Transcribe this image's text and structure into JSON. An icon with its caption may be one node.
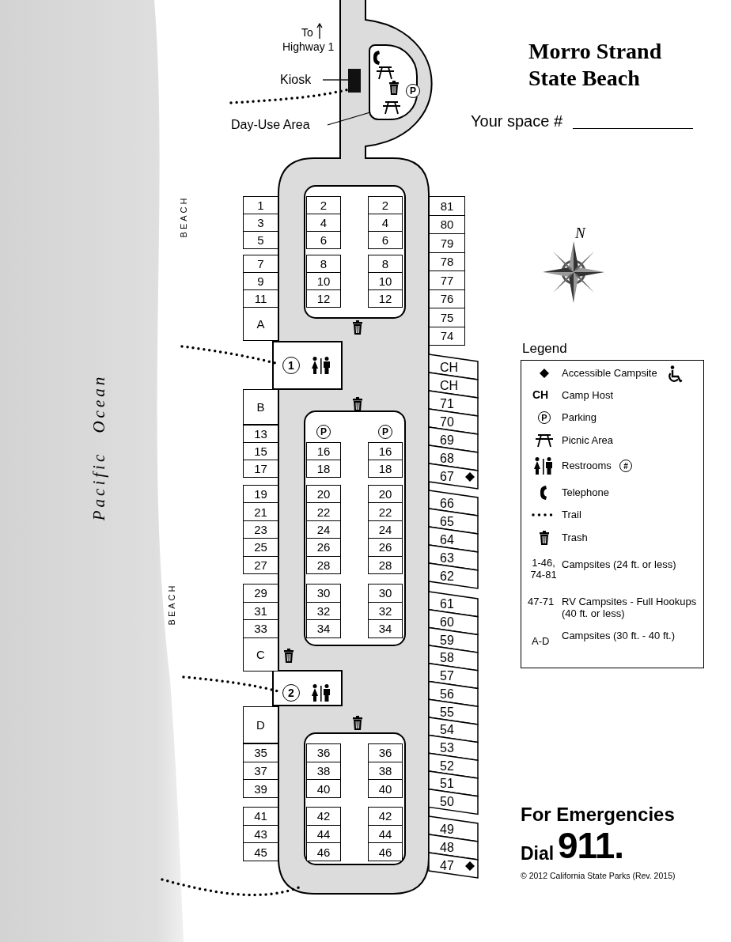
{
  "diagram": {
    "title": "Morro Strand State Beach",
    "nodes": [
      {
        "text": [
          "Kiosk"
        ]
      },
      {
        "text": [],
        "shape": "box"
      },
      {
        "text": [
          "Day-Use Area"
        ]
      },
      {
        "text": [],
        "shape": "box"
      },
      {
        "text": [
          "1"
        ]
      },
      {
        "text": [
          "3"
        ]
      },
      {
        "text": [
          "5"
        ]
      },
      {
        "text": [
          "7"
        ]
      },
      {
        "text": [
          "9"
        ]
      },
      {
        "text": [
          "11"
        ]
      },
      {
        "text": [
          "A"
        ]
      },
      {
        "text": [
          "B"
        ]
      },
      {
        "text": [
          "13"
        ]
      },
      {
        "text": [
          "15"
        ]
      },
      {
        "text": [
          "17"
        ]
      },
      {
        "text": [
          "19"
        ]
      },
      {
        "text": [
          "21"
        ]
      },
      {
        "text": [
          "23"
        ]
      },
      {
        "text": [
          "25"
        ]
      },
      {
        "text": [
          "27"
        ]
      },
      {
        "text": [
          "29"
        ]
      },
      {
        "text": [
          "31"
        ]
      },
      {
        "text": [
          "33"
        ]
      },
      {
        "text": [
          "C"
        ]
      },
      {
        "text": [
          "D"
        ]
      },
      {
        "text": [
          "35"
        ]
      },
      {
        "text": [
          "37"
        ]
      },
      {
        "text": [
          "39"
        ]
      },
      {
        "text": [
          "41"
        ]
      },
      {
        "text": [
          "43"
        ]
      },
      {
        "text": [
          "45"
        ]
      },
      {
        "text": [
          "2"
        ]
      },
      {
        "text": [
          "4"
        ]
      },
      {
        "text": [
          "6"
        ]
      },
      {
        "text": [
          "8"
        ]
      },
      {
        "text": [
          "10"
        ]
      },
      {
        "text": [
          "12"
        ]
      },
      {
        "text": [
          "16"
        ]
      },
      {
        "text": [
          "18"
        ]
      },
      {
        "text": [
          "20"
        ]
      },
      {
        "text": [
          "22"
        ]
      },
      {
        "text": [
          "24"
        ]
      },
      {
        "text": [
          "26"
        ]
      },
      {
        "text": [
          "28"
        ]
      },
      {
        "text": [
          "30"
        ]
      },
      {
        "text": [
          "32"
        ]
      },
      {
        "text": [
          "34"
        ]
      },
      {
        "text": [
          "36"
        ]
      },
      {
        "text": [
          "38"
        ]
      },
      {
        "text": [
          "40"
        ]
      },
      {
        "text": [
          "42"
        ]
      },
      {
        "text": [
          "44"
        ]
      },
      {
        "text": [
          "46"
        ]
      },
      {
        "text": [
          "2"
        ]
      },
      {
        "text": [
          "4"
        ]
      },
      {
        "text": [
          "6"
        ]
      },
      {
        "text": [
          "8"
        ]
      },
      {
        "text": [
          "10"
        ]
      },
      {
        "text": [
          "12"
        ]
      },
      {
        "text": [
          "16"
        ]
      },
      {
        "text": [
          "18"
        ]
      },
      {
        "text": [
          "20"
        ]
      },
      {
        "text": [
          "22"
        ]
      },
      {
        "text": [
          "24"
        ]
      },
      {
        "text": [
          "26"
        ]
      },
      {
        "text": [
          "28"
        ]
      },
      {
        "text": [
          "30"
        ]
      },
      {
        "text": [
          "32"
        ]
      },
      {
        "text": [
          "34"
        ]
      },
      {
        "text": [
          "36"
        ]
      },
      {
        "text": [
          "38"
        ]
      },
      {
        "text": [
          "40"
        ]
      },
      {
        "text": [
          "42"
        ]
      },
      {
        "text": [
          "44"
        ]
      },
      {
        "text": [
          "46"
        ]
      },
      {
        "text": [
          "81"
        ]
      },
      {
        "text": [
          "80"
        ]
      },
      {
        "text": [
          "79"
        ]
      },
      {
        "text": [
          "78"
        ]
      },
      {
        "text": [
          "77"
        ]
      },
      {
        "text": [
          "76"
        ]
      },
      {
        "text": [
          "75"
        ]
      },
      {
        "text": [
          "74"
        ]
      },
      {
        "text": [
          "CH"
        ]
      },
      {
        "text": [
          "CH"
        ]
      },
      {
        "text": [
          "71"
        ]
      },
      {
        "text": [
          "70"
        ]
      },
      {
        "text": [
          "69"
        ]
      },
      {
        "text": [
          "68"
        ]
      },
      {
        "text": [
          "67"
        ]
      },
      {
        "text": [
          "66"
        ]
      },
      {
        "text": [
          "65"
        ]
      },
      {
        "text": [
          "64"
        ]
      },
      {
        "text": [
          "63"
        ]
      },
      {
        "text": [
          "62"
        ]
      },
      {
        "text": [
          "61"
        ]
      },
      {
        "text": [
          "60"
        ]
      },
      {
        "text": [
          "59"
        ]
      },
      {
        "text": [
          "58"
        ]
      },
      {
        "text": [
          "57"
        ]
      },
      {
        "text": [
          "56"
        ]
      },
      {
        "text": [
          "55"
        ]
      },
      {
        "text": [
          "54"
        ]
      },
      {
        "text": [
          "53"
        ]
      },
      {
        "text": [
          "52"
        ]
      },
      {
        "text": [
          "51"
        ]
      },
      {
        "text": [
          "50"
        ]
      },
      {
        "text": [
          "49"
        ]
      },
      {
        "text": [
          "48"
        ]
      },
      {
        "text": [
          "47"
        ]
      }
    ],
    "edges": [
      {
        "from": 0,
        "to": 1,
        "arrow": "none"
      },
      {
        "from": 2,
        "to": 3,
        "arrow": "none"
      }
    ],
    "labels": [
      "To",
      "Highway 1",
      "P",
      "Your space #",
      "BEACH",
      "N",
      "1",
      "Legend",
      "CH",
      "P",
      "#",
      "1-46, 74-81",
      "47-71",
      "A-D",
      "P",
      "P",
      "Pacific Ocean",
      "BEACH",
      "2",
      "For Emergencies",
      "Dial",
      "911.",
      "© 2012 California State Parks (Rev. 2015)"
    ],
    "legend": [
      {
        "text": "Accessible Campsite"
      },
      {
        "text": "Camp Host"
      },
      {
        "text": "Parking"
      },
      {
        "text": "Picnic Area"
      },
      {
        "text": "Restrooms"
      },
      {
        "text": "Telephone"
      },
      {
        "text": "Trail"
      },
      {
        "text": "Trash"
      },
      {
        "text": "Campsites (24 ft. or less)"
      },
      {
        "text": "RV Campsites - Full Hookups (40 ft. or less)"
      },
      {
        "text": "Campsites (30 ft. - 40 ft.)"
      }
    ]
  }
}
